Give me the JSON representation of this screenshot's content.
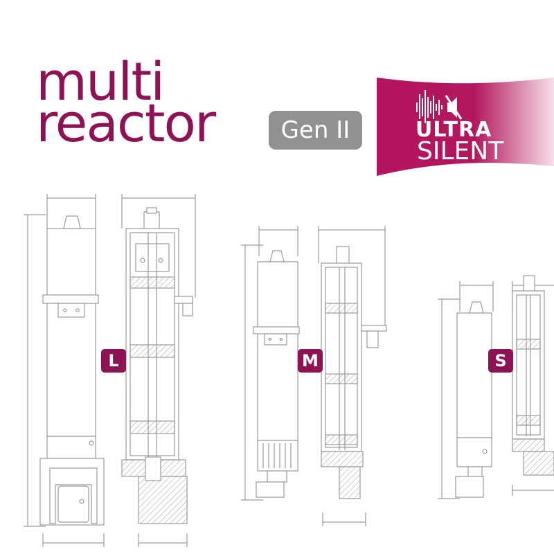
{
  "brand": {
    "title_line1": "multi",
    "title_line2": "reactor",
    "generation": "Gen II",
    "feature_line1": "ULTRA",
    "feature_line2": "SILENT"
  },
  "sizes": [
    {
      "label": "L"
    },
    {
      "label": "M"
    },
    {
      "label": "S"
    }
  ],
  "colors": {
    "brand_magenta": "#8e1354",
    "badge_gray": "#8f9193",
    "drawing_line": "#9a9a9a"
  },
  "icons": {
    "sound_wave": "sound-wave-icon",
    "mute_speaker": "mute-speaker-icon"
  }
}
